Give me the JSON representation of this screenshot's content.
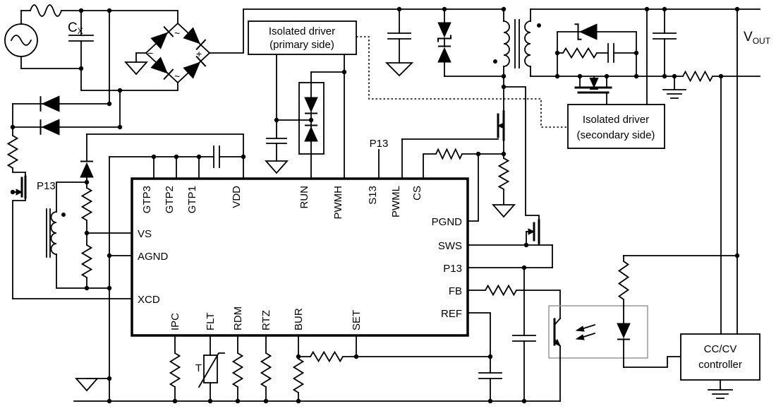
{
  "ic": {
    "pins_top": [
      "GTP3",
      "GTP2",
      "GTP1",
      "VDD",
      "RUN",
      "PWMH",
      "S13",
      "PWML",
      "CS"
    ],
    "pins_left": [
      "VS",
      "AGND",
      "XCD"
    ],
    "pins_right": [
      "PGND",
      "SWS",
      "P13",
      "FB",
      "REF"
    ],
    "pins_bottom": [
      "IPC",
      "FLT",
      "RDM",
      "RTZ",
      "BUR",
      "SET"
    ]
  },
  "labels": {
    "cx_main": "C",
    "cx_sub": "X",
    "vout_main": "V",
    "vout_sub": "OUT",
    "p13_fet": "P13",
    "p13_s13": "P13",
    "thermistor": "T",
    "tilde_top": "~",
    "tilde_bottom": "~",
    "bridge_minus": "−",
    "bridge_plus": "+"
  },
  "boxes": {
    "primary_driver_line1": "Isolated driver",
    "primary_driver_line2": "(primary side)",
    "secondary_driver_line1": "Isolated driver",
    "secondary_driver_line2": "(secondary side)",
    "cccv_line1": "CC/CV",
    "cccv_line2": "controller"
  },
  "colors": {
    "wire": "#000000",
    "background": "#ffffff",
    "opto_box": "#999999"
  }
}
